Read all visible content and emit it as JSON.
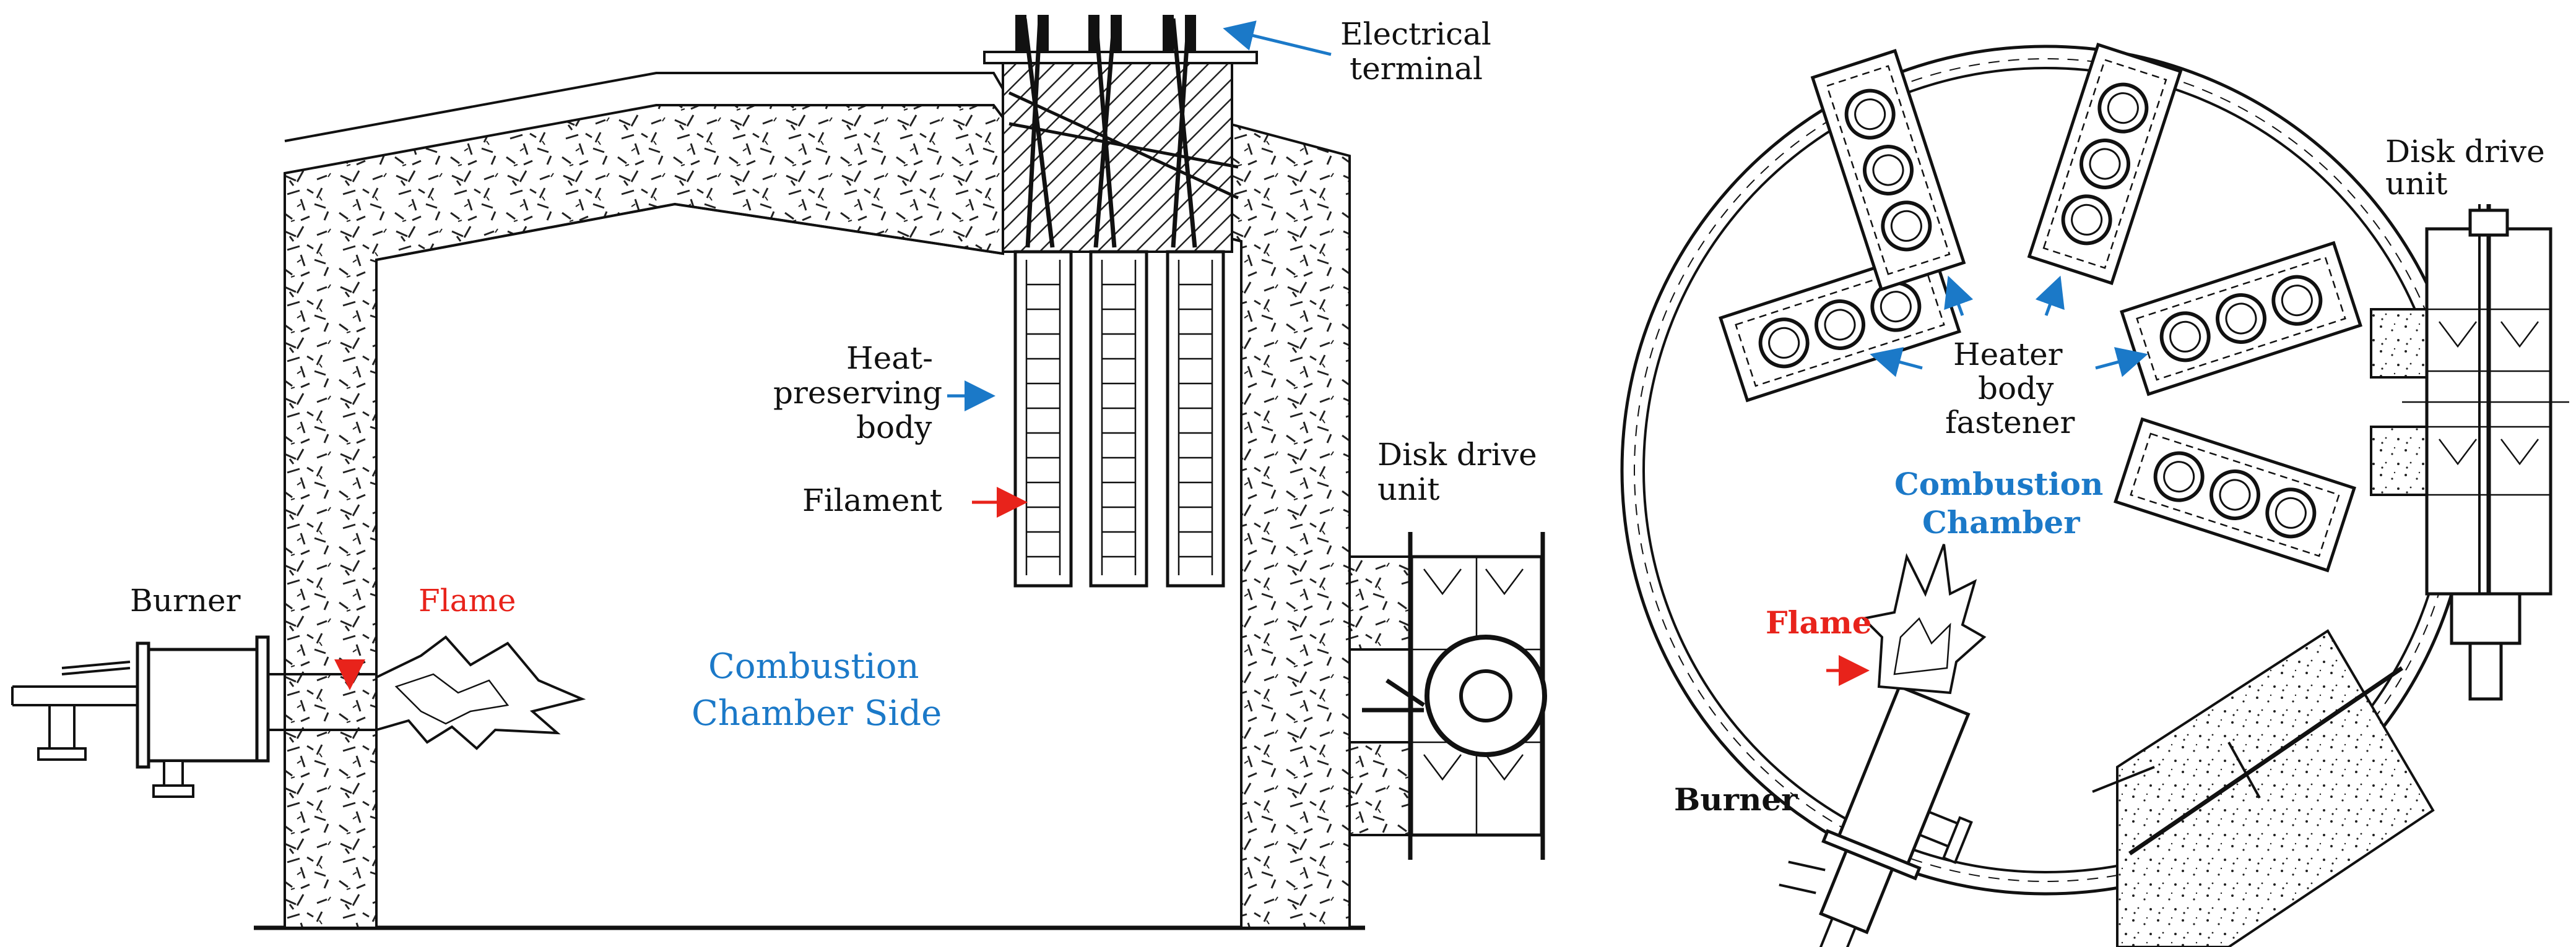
{
  "side_view": {
    "electrical_terminal": [
      "Electrical",
      "terminal"
    ],
    "heat_preserving_body": [
      "Heat-",
      "preserving",
      "body"
    ],
    "filament": "Filament",
    "disk_drive_unit": [
      "Disk drive",
      "unit"
    ],
    "burner": "Burner",
    "flame": "Flame",
    "combustion_chamber": [
      "Combustion",
      "Chamber Side"
    ]
  },
  "top_view": {
    "disk_drive_unit": [
      "Disk drive",
      "unit"
    ],
    "heater_body_fastener": [
      "Heater",
      "body",
      "fastener"
    ],
    "combustion_chamber": [
      "Combustion",
      "Chamber"
    ],
    "flame": "Flame",
    "burner": "Burner"
  },
  "colors": {
    "line": "#111111",
    "label_red": "#e8231b",
    "label_blue": "#1b79c8",
    "arrow_blue": "#1b79c8",
    "arrow_red": "#e8231b"
  }
}
